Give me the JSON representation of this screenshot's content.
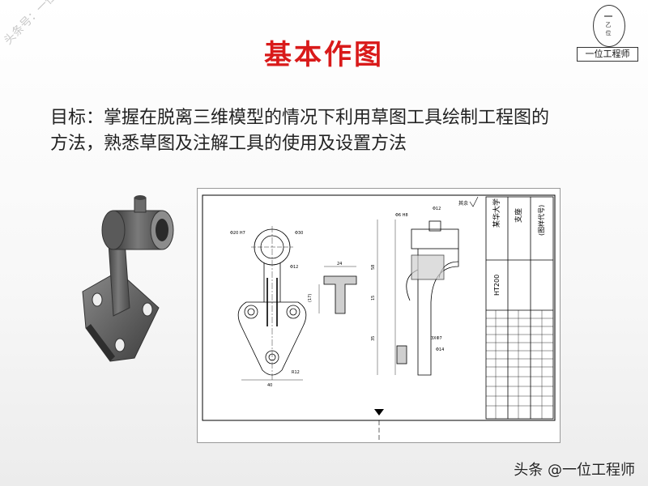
{
  "watermark": "头条号：一位工程师",
  "logo": {
    "text": "一位工程师"
  },
  "slide": {
    "title": "基本作图",
    "objective": "目标：掌握在脱离三维模型的情况下利用草图工具绘制工程图的方法，熟悉草图及注解工具的使用及设置方法"
  },
  "drawing": {
    "material": "HT200",
    "school": "某华大学",
    "part_name": "支座",
    "drawing_no": "(图样代号)",
    "roughness_note": "其余",
    "dims": {
      "d20h7": "Φ20 H7",
      "d30": "Φ30",
      "d12": "Φ12",
      "w40": "40",
      "r12": "R12",
      "w24": "24",
      "h17": "(17)",
      "d6h8": "Φ6 H8",
      "d12b": "Φ12",
      "h58": "58",
      "h15": "15",
      "h35": "35",
      "d7": "3XΦ7",
      "d14": "Φ14"
    }
  },
  "footer": {
    "text": "头条 @一位工程师"
  }
}
